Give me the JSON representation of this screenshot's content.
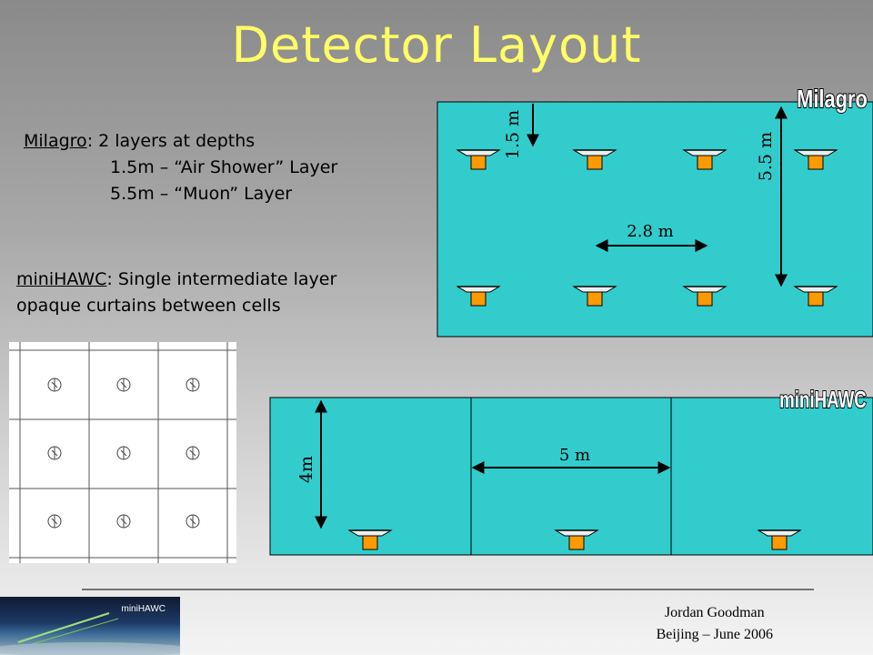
{
  "title": "Detector Layout",
  "milagro_block": {
    "name": "Milagro",
    "desc": ": 2 layers at depths",
    "line1": "1.5m – “Air Shower” Layer",
    "line2": "5.5m – “Muon” Layer"
  },
  "minihawc_block": {
    "name": "miniHAWC",
    "desc": ": Single intermediate layer",
    "line2": "opaque curtains between cells"
  },
  "milagro_diagram": {
    "label": "Milagro",
    "depth_label": "1.5 m",
    "muon_depth_label": "5.5 m",
    "spacing_label": "2.8 m"
  },
  "minihawc_diagram": {
    "label": "miniHAWC",
    "height_label": "4m",
    "cell_width_label": "5 m"
  },
  "footer": {
    "author": "Jordan Goodman",
    "venue": "Beijing – June 2006"
  },
  "logo_text": "miniHAWC",
  "colors": {
    "pool": "#33cccc",
    "pmt": "#ff9900",
    "title": "#ffff66"
  }
}
